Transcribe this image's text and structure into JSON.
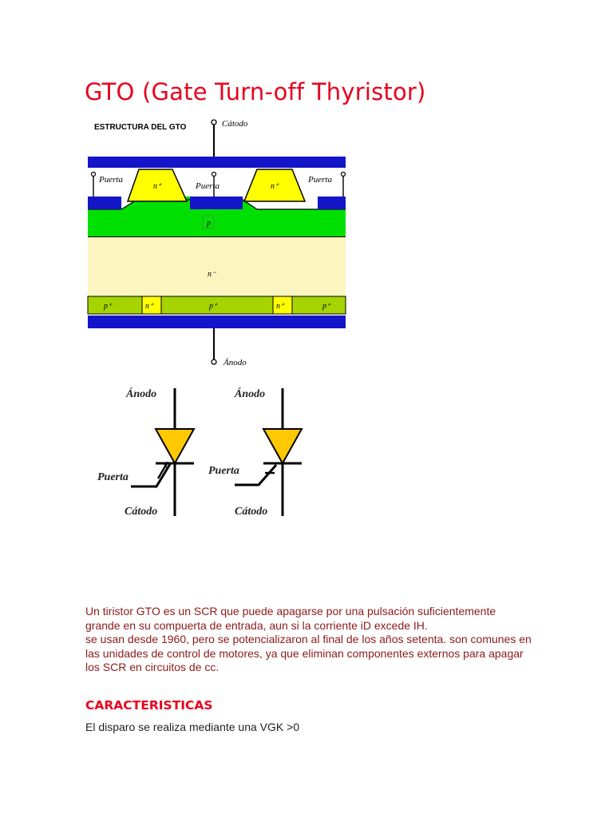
{
  "document": {
    "title": "GTO (Gate Turn-off Thyristor)",
    "paragraph_1": "Un tiristor GTO es un SCR que puede apagarse por una pulsación suficientemente grande en su compuerta de entrada, aun si la corriente iD excede IH.",
    "paragraph_2": "se usan desde 1960, pero se potencializaron al final de los años setenta. son comunes en las unidades de control de motores, ya que eliminan componentes externos para apagar los SCR en circuitos de cc.",
    "section_heading": "CARACTERISTICAS",
    "section_text": "El disparo se realiza mediante una VGK >0"
  },
  "structure_diagram": {
    "heading": "ESTRUCTURA DEL GTO",
    "cathode_label": "Cátodo",
    "anode_label": "Ánodo",
    "gate_label": "Puerta",
    "n_plus": "n⁺",
    "p_layer": "p",
    "n_minus": "n⁻",
    "p_plus": "p⁺",
    "colors": {
      "metal": "#1414c8",
      "n_plus": "#ffff00",
      "p": "#00e000",
      "n_minus": "#fbf5c0",
      "p_plus": "#a6d400"
    }
  },
  "symbols": {
    "anode_label": "Ánodo",
    "gate_label": "Puerta",
    "cathode_label": "Cátodo",
    "diode_color": "#ffc800"
  }
}
